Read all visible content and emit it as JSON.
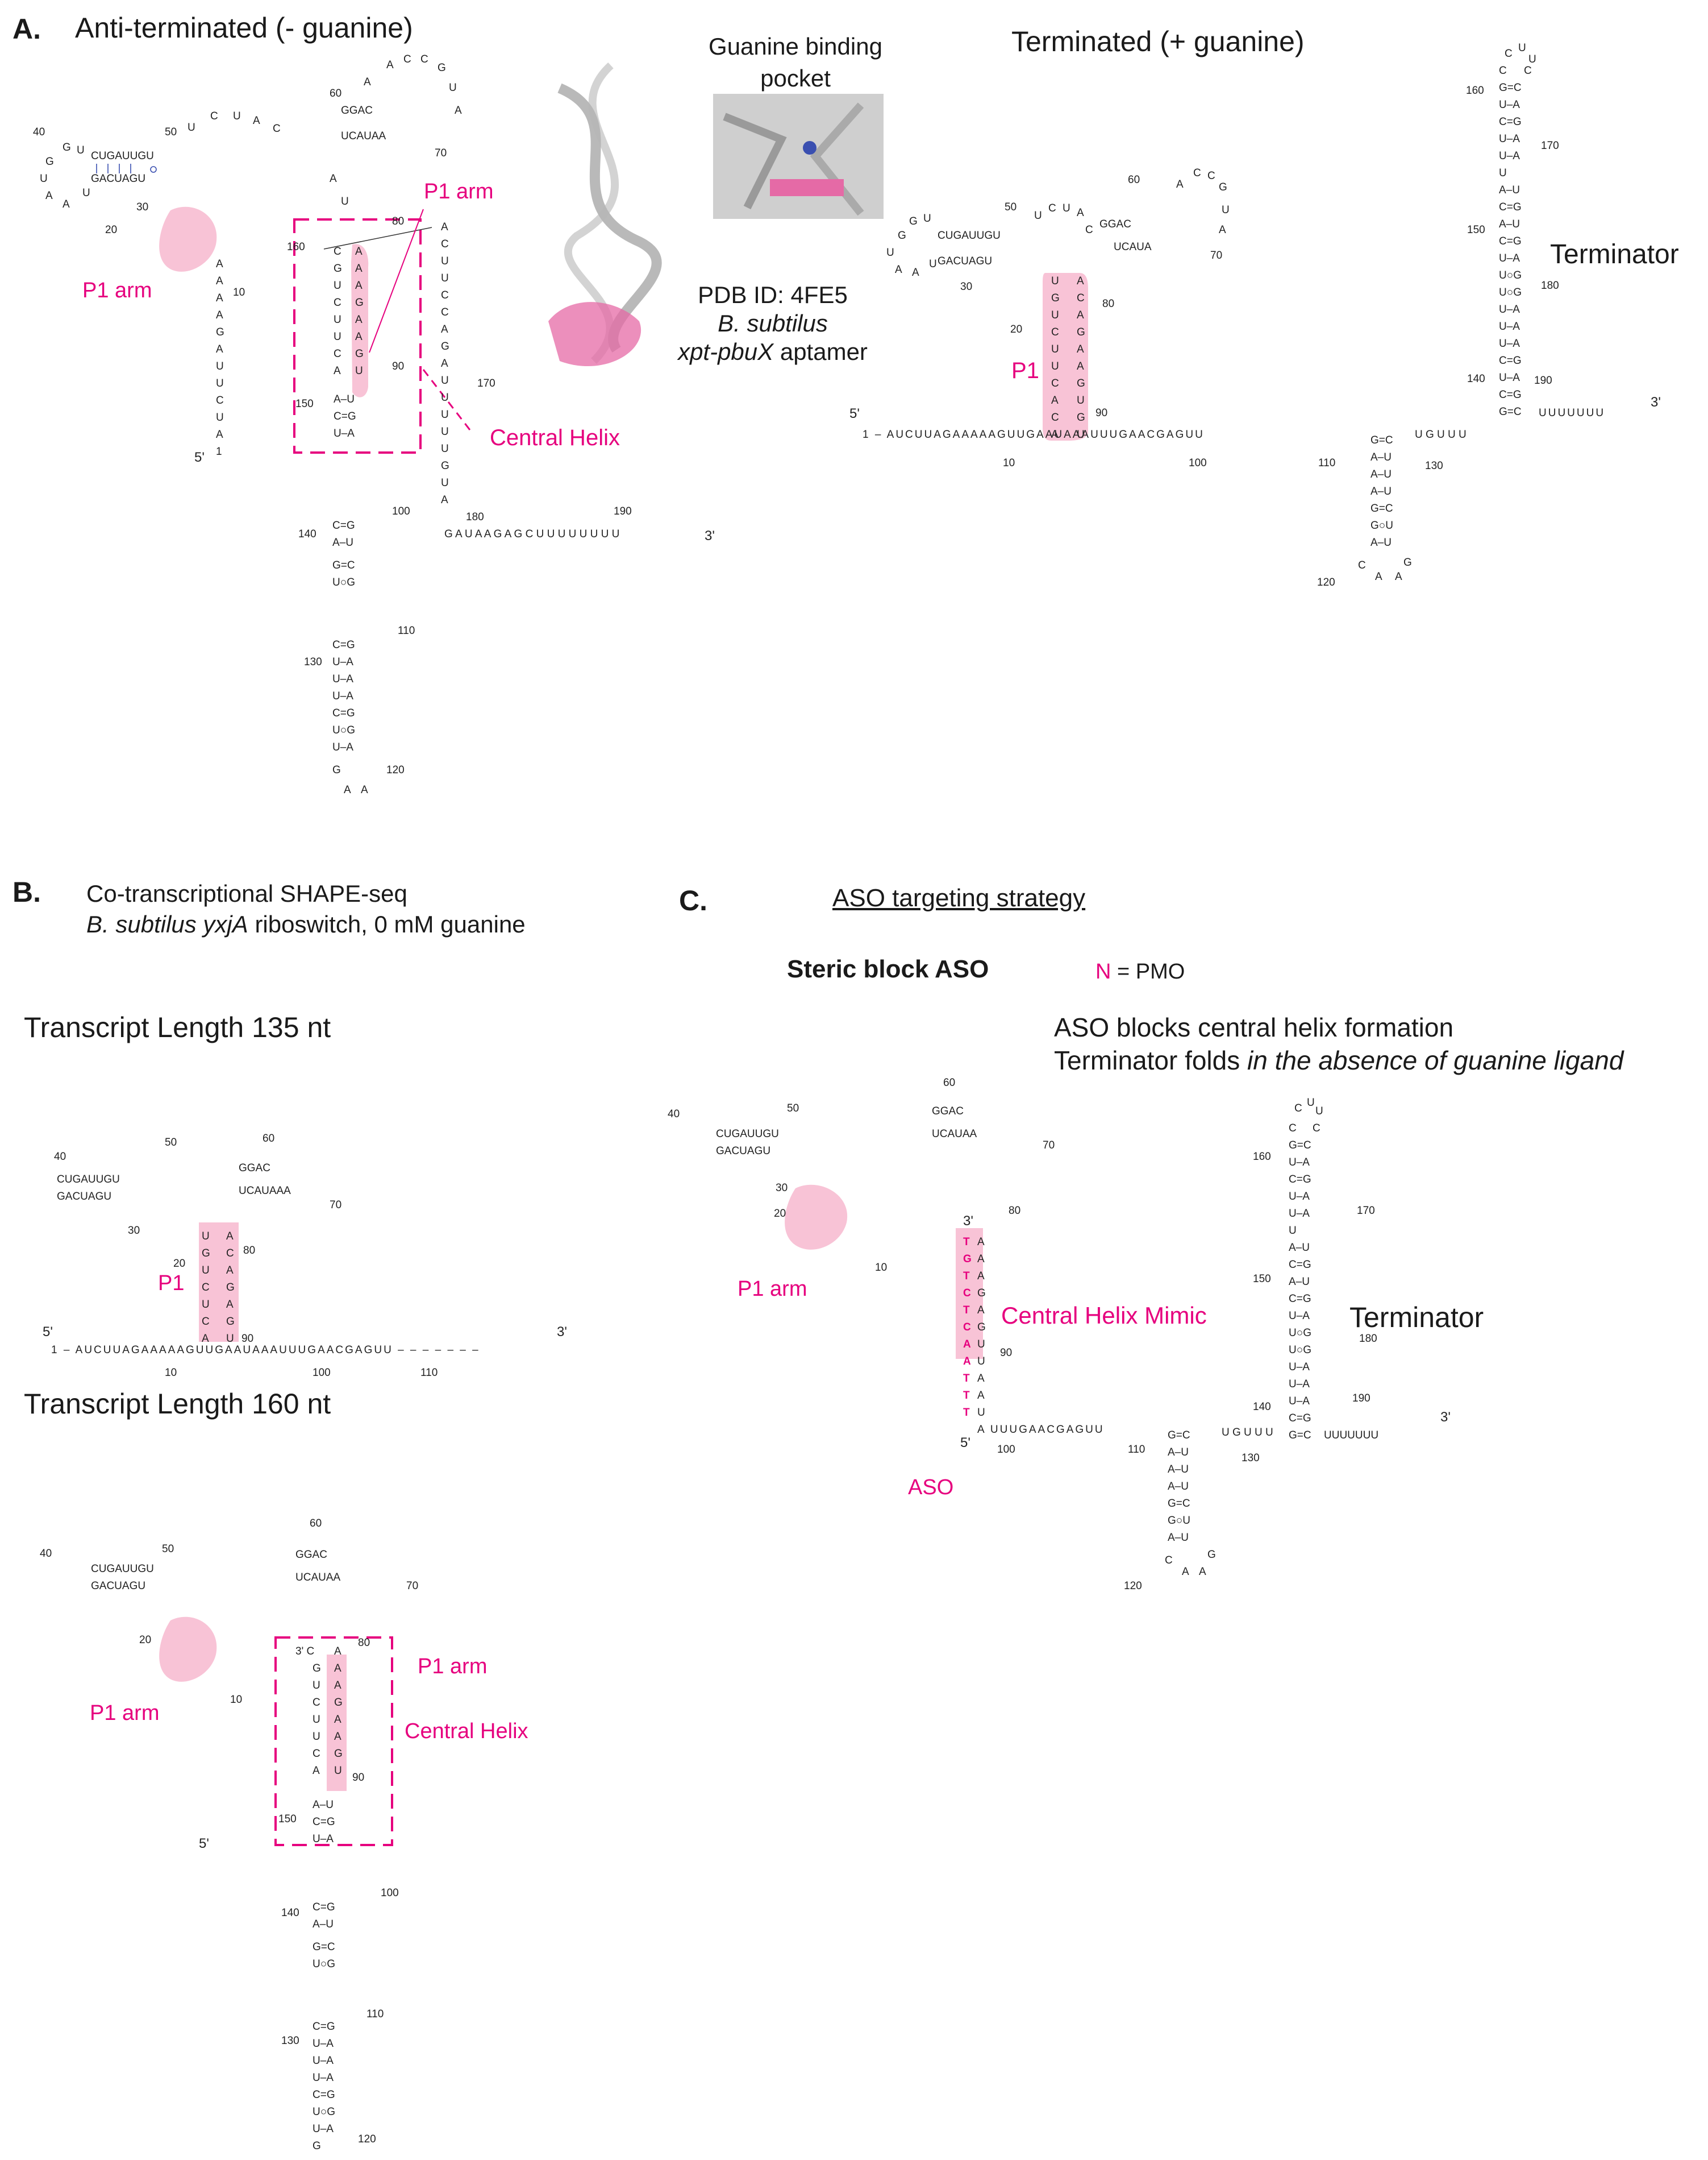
{
  "colors": {
    "accent": "#e6007e",
    "highlight": "#f7b8cf",
    "basepair": "#3a4fb0",
    "text": "#1a1a1a"
  },
  "panelA": {
    "letter": "A.",
    "left_title": "Anti-terminated (- guanine)",
    "right_title": "Terminated (+ guanine)",
    "pocket_label": "Guanine binding pocket",
    "pdb_line1": "PDB ID: 4FE5",
    "pdb_line2": "B. subtilus",
    "pdb_line3_ital": "xpt-pbuX",
    "pdb_line3_rest": " aptamer",
    "p1_arm_a": "P1 arm",
    "p1_arm_b": "P1 arm",
    "central_helix": "Central Helix",
    "p1": "P1",
    "terminator": "Terminator",
    "five_prime": "5'",
    "three_prime": "3'",
    "seq_terminated_3prime": "UUUUUUU",
    "seq_terminated_5prime": "1 – AUCUUAGAAAAAGUUGAAUAAAUUUGAACGAGUU",
    "seq_anti_3prime": "G A U A A G A G C U U U U U U U U"
  },
  "panelB": {
    "letter": "B.",
    "line1": "Co-transcriptional SHAPE-seq",
    "line2_ital": "B. subtilus yxjA",
    "line2_rest": " riboswitch, 0 mM guanine",
    "len135": "Transcript Length 135 nt",
    "len160": "Transcript Length 160 nt",
    "p1": "P1",
    "p1_arm_a": "P1 arm",
    "p1_arm_b": "P1 arm",
    "central_helix": "Central Helix",
    "five_prime": "5'",
    "three_prime": "3'",
    "seq135": "1 – AUCUUAGAAAAAGUUGAAUAAAUUUGAACGAGUU – – – – – – –"
  },
  "panelC": {
    "letter": "C.",
    "title": "ASO targeting strategy",
    "steric": "Steric block ASO",
    "legend_n": "N",
    "legend_rest": " = PMO",
    "line1": "ASO blocks central helix formation",
    "line2_plain": "Terminator folds ",
    "line2_ital": "in the absence of guanine ligand",
    "p1_arm": "P1 arm",
    "mimic": "Central Helix Mimic",
    "terminator": "Terminator",
    "aso": "ASO",
    "five_prime": "5'",
    "three_prime": "3'",
    "seq": "A UUUGAACGAGUU"
  },
  "numbers": {
    "n10": "10",
    "n20": "20",
    "n30": "30",
    "n40": "40",
    "n50": "50",
    "n60": "60",
    "n70": "70",
    "n80": "80",
    "n90": "90",
    "n100": "100",
    "n110": "110",
    "n120": "120",
    "n130": "130",
    "n140": "140",
    "n150": "150",
    "n160": "160",
    "n170": "170",
    "n180": "180",
    "n190": "190"
  }
}
